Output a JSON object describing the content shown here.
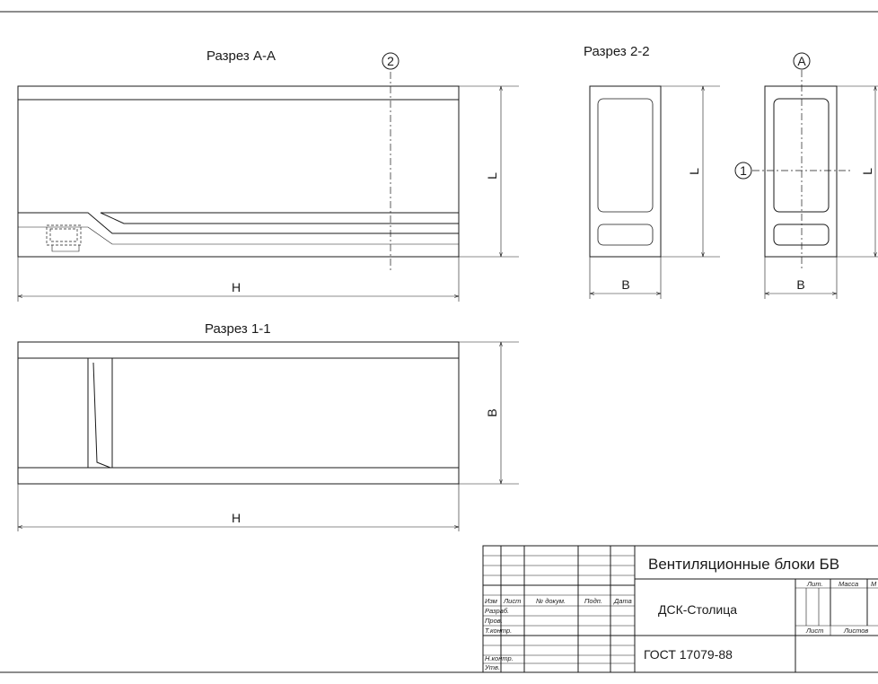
{
  "views": {
    "section_aa": {
      "title": "Разрез А-А",
      "dim_h": "H",
      "dim_l": "L",
      "callout": "2"
    },
    "section_11": {
      "title": "Разрез 1-1",
      "dim_h": "H",
      "dim_b": "B"
    },
    "section_22": {
      "title": "Разрез 2-2",
      "dim_b": "B",
      "dim_l": "L"
    },
    "end_view": {
      "callout_top": "А",
      "callout_left": "1",
      "dim_b": "B",
      "dim_l": "L"
    }
  },
  "title_block": {
    "name": "Вентиляционные блоки БВ",
    "org": "ДСК-Столица",
    "standard": "ГОСТ 17079-88",
    "header": {
      "izm": "Изм",
      "list": "Лист",
      "doc_no": "№ докум.",
      "sign": "Подп.",
      "date": "Дата"
    },
    "roles": {
      "razrab": "Разраб.",
      "prov": "Пров.",
      "tkontr": "Т.контр.",
      "nkontr": "Н.контр.",
      "utv": "Утв."
    },
    "lit": "Лит.",
    "massa": "Масса",
    "masshtab": "М",
    "sheet": "Лист",
    "sheets": "Листов"
  }
}
